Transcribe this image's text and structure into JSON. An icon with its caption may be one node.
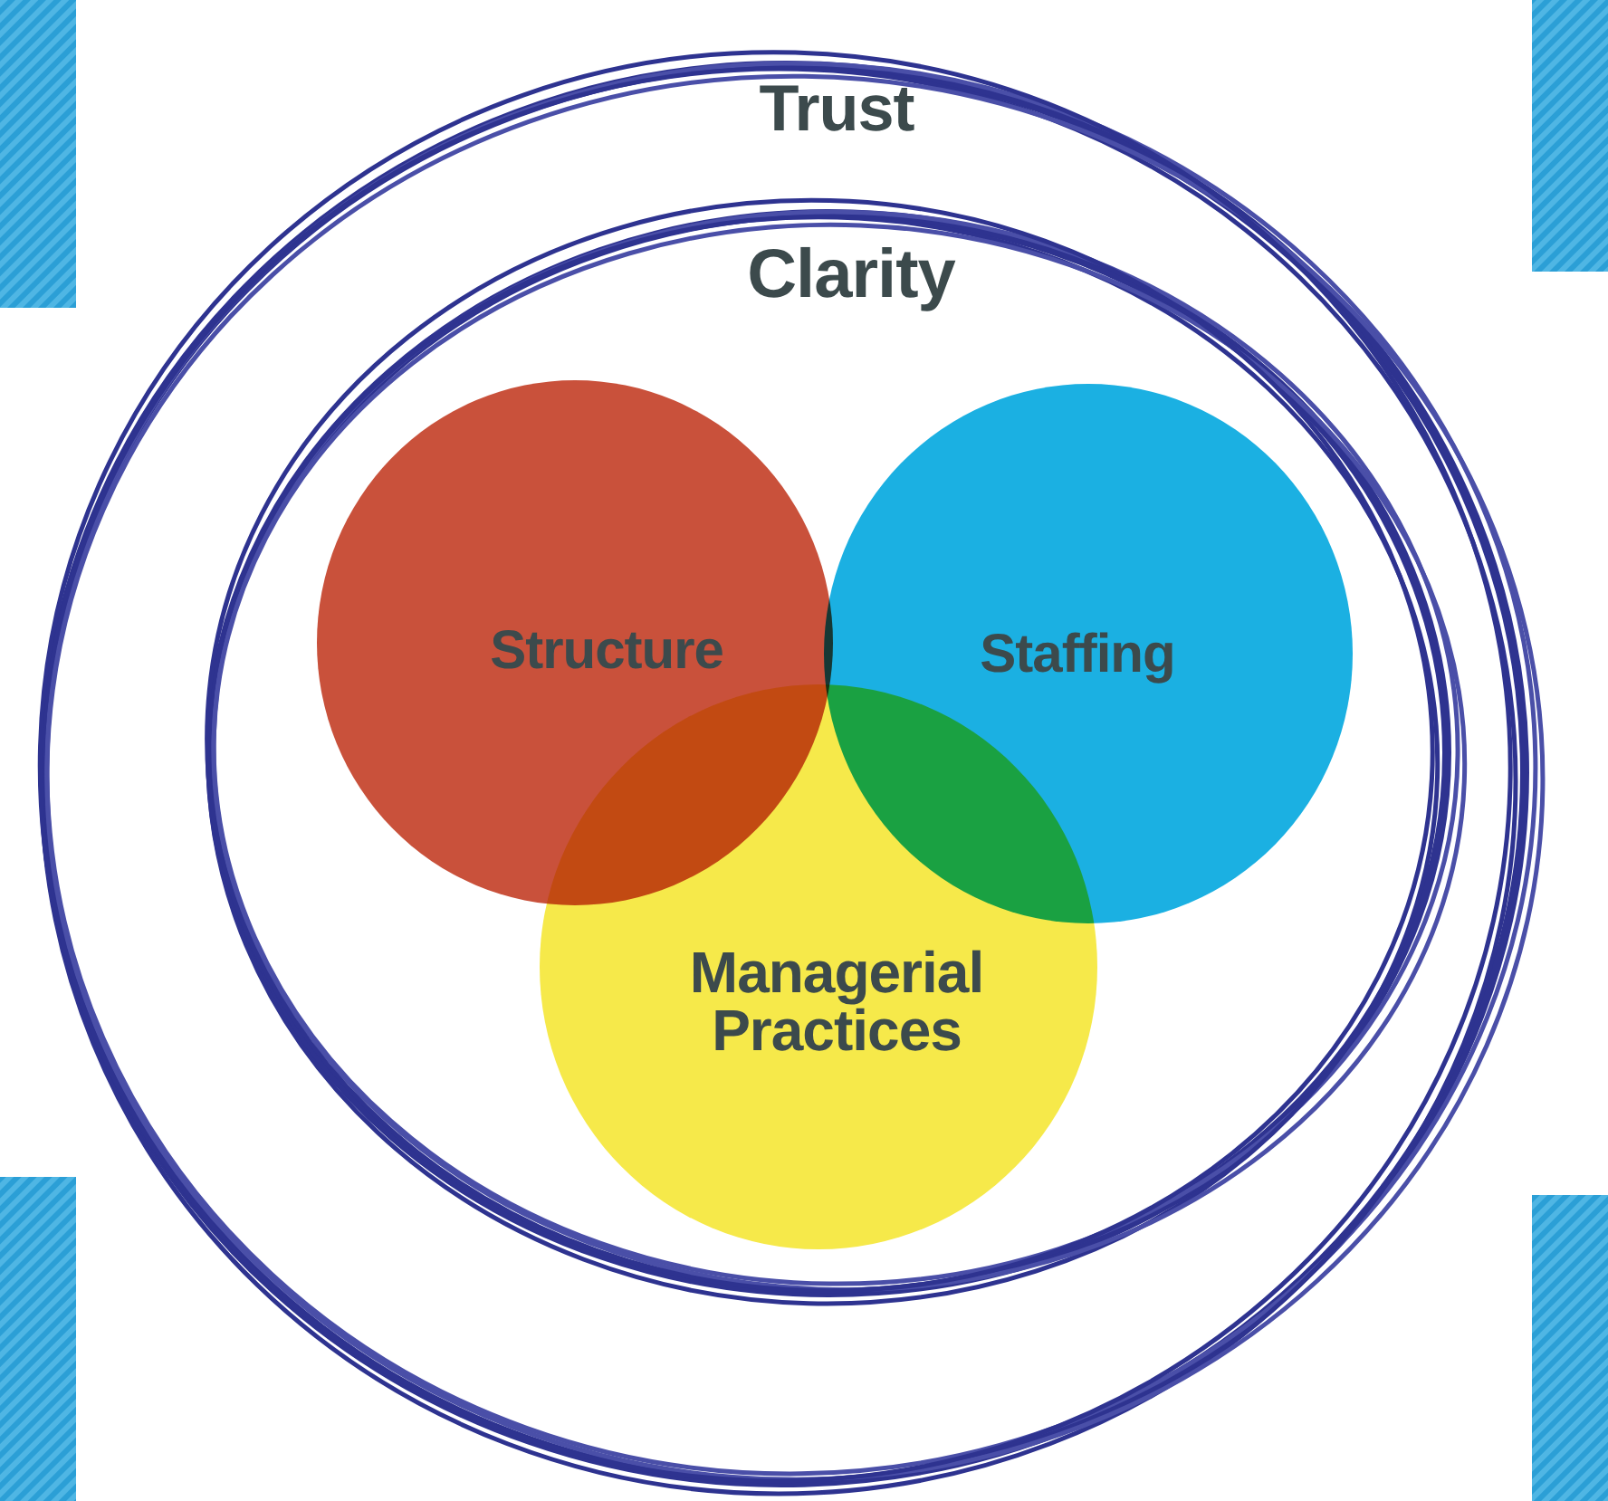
{
  "diagram": {
    "nodes": [
      {
        "text": [
          "Trust"
        ]
      },
      {
        "text": [
          "Clarity"
        ],
        "in": 0
      },
      {
        "text": [
          "Structure"
        ],
        "in": 1
      },
      {
        "text": [
          "Staffing"
        ],
        "in": 1
      },
      {
        "text": [
          "Managerial Practices"
        ],
        "in": 1
      }
    ]
  }
}
